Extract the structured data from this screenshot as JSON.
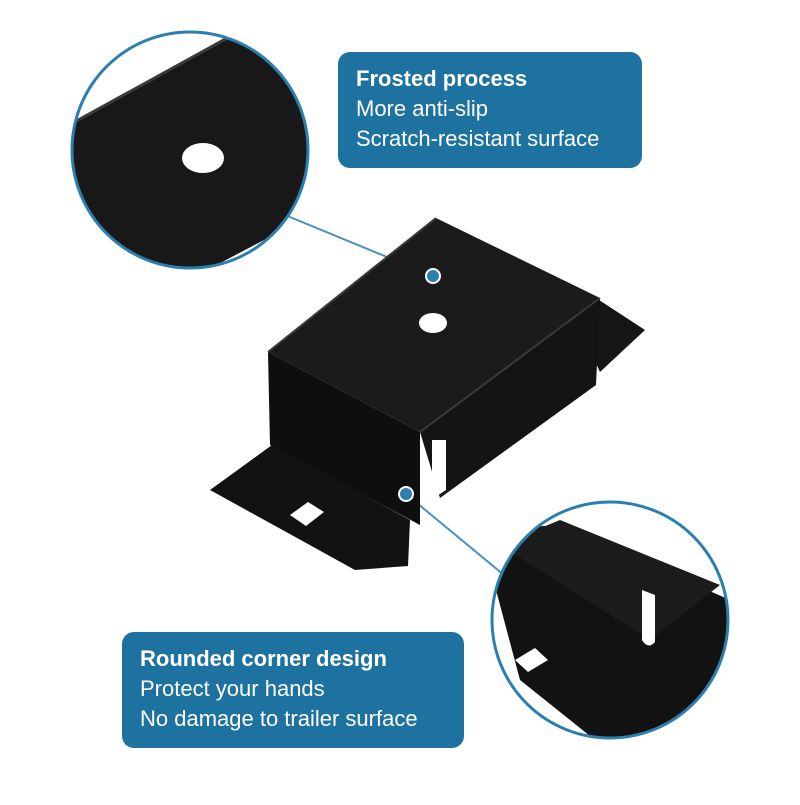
{
  "callouts": {
    "top": {
      "title": "Frosted process",
      "lines": [
        "More anti-slip",
        "Scratch-resistant surface"
      ]
    },
    "bottom": {
      "title": "Rounded corner design",
      "lines": [
        "Protect your hands",
        "No damage to trailer surface"
      ]
    }
  },
  "colors": {
    "callout_bg": "#1d72a0",
    "bracket": "#111111",
    "outline": "#2b7fae",
    "leader": "#4a90c0",
    "background": "#ffffff"
  }
}
